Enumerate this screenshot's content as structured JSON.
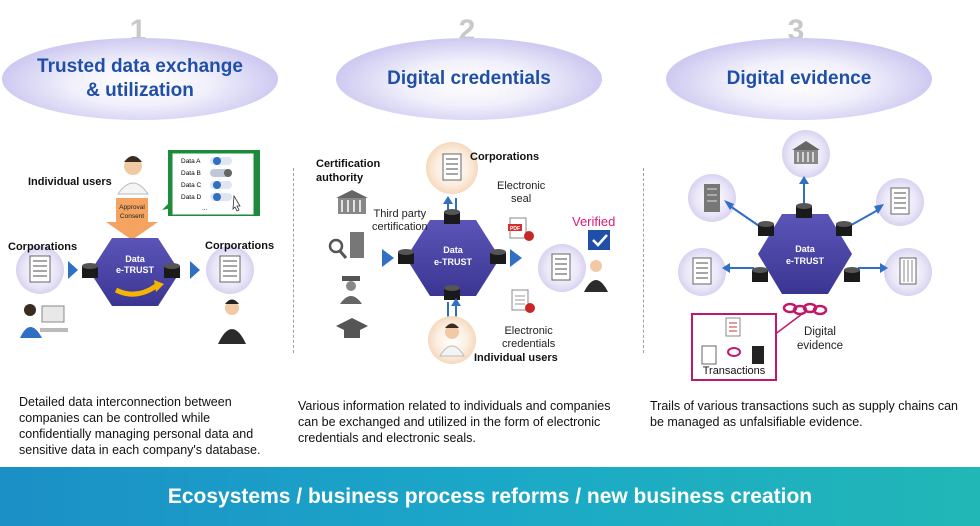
{
  "sections": [
    {
      "number": "1",
      "title_line1": "Trusted data exchange",
      "title_line2": "& utilization",
      "labels": {
        "individual_users": "Individual users",
        "corporations_left": "Corporations",
        "corporations_right": "Corporations",
        "approval": "Approval",
        "consent": "Consent",
        "hub_line1": "Data",
        "hub_line2": "e-TRUST"
      },
      "data_items": [
        "Data A",
        "Data B",
        "Data C",
        "Data D",
        "..."
      ],
      "description": "Detailed data interconnection between companies can be controlled while confidentially managing personal data and sensitive data in each company's database."
    },
    {
      "number": "2",
      "title": "Digital credentials",
      "labels": {
        "certification_authority_line1": "Certification",
        "certification_authority_line2": "authority",
        "third_party_line1": "Third party",
        "third_party_line2": "certification",
        "corporations": "Corporations",
        "electronic_seal_line1": "Electronic",
        "electronic_seal_line2": "seal",
        "verified": "Verified",
        "electronic_credentials_line1": "Electronic",
        "electronic_credentials_line2": "credentials",
        "individual_users": "Individual users",
        "pdf": "PDF",
        "hub_line1": "Data",
        "hub_line2": "e-TRUST"
      },
      "description": "Various information related to individuals and companies can be exchanged and utilized in the form of electronic credentials and electronic seals."
    },
    {
      "number": "3",
      "title": "Digital evidence",
      "labels": {
        "digital_evidence_line1": "Digital",
        "digital_evidence_line2": "evidence",
        "transactions": "Transactions",
        "hub_line1": "Data",
        "hub_line2": "e-TRUST"
      },
      "description": "Trails of various transactions such as supply chains can be managed as unfalsifiable evidence."
    }
  ],
  "banner": "Ecosystems / business process reforms / new business creation",
  "colors": {
    "title_blue": "#1f4fa8",
    "hub_purple": "#4b45a8",
    "arrow_blue": "#2f6fc4",
    "banner_start": "#1b8fc6",
    "banner_end": "#21b7b6",
    "verified_magenta": "#e0187a",
    "evidence_border": "#c0186c"
  }
}
